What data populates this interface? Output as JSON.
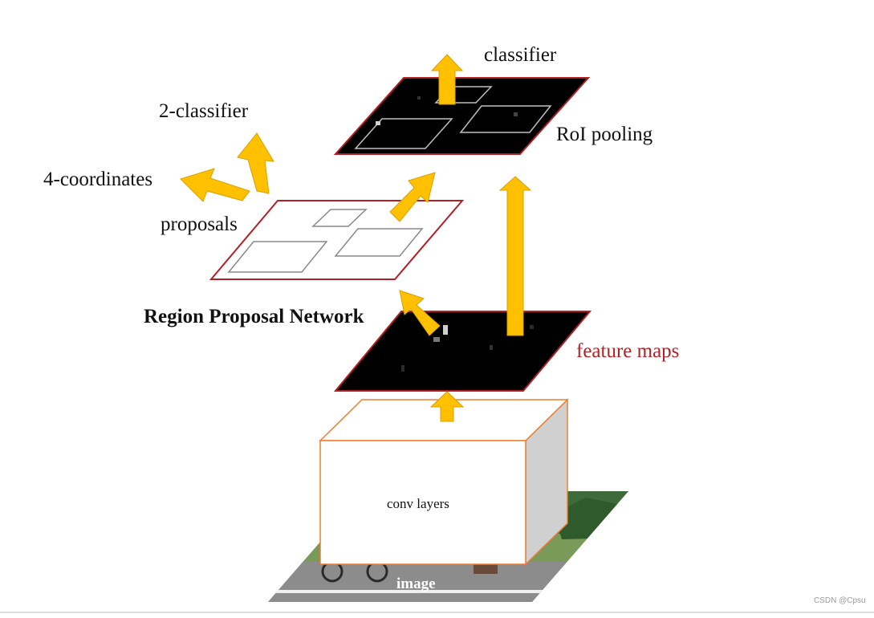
{
  "diagram": {
    "labels": {
      "classifier": "classifier",
      "roi_pooling": "RoI pooling",
      "two_classifier": "2-classifier",
      "four_coordinates": "4-coordinates",
      "proposals": "proposals",
      "rpn": "Region Proposal Network",
      "feature_maps": "feature maps",
      "conv_layers": "conv layers",
      "image": "image"
    },
    "watermark": "CSDN @Cpsu",
    "colors": {
      "arrow": "#ffc000",
      "plane_border": "#b21f24",
      "feature_map_fill": "#000000",
      "conv_border": "#ed7d31",
      "conv_side": "#d0d0d0",
      "feature_maps_text": "#b21f24"
    }
  }
}
